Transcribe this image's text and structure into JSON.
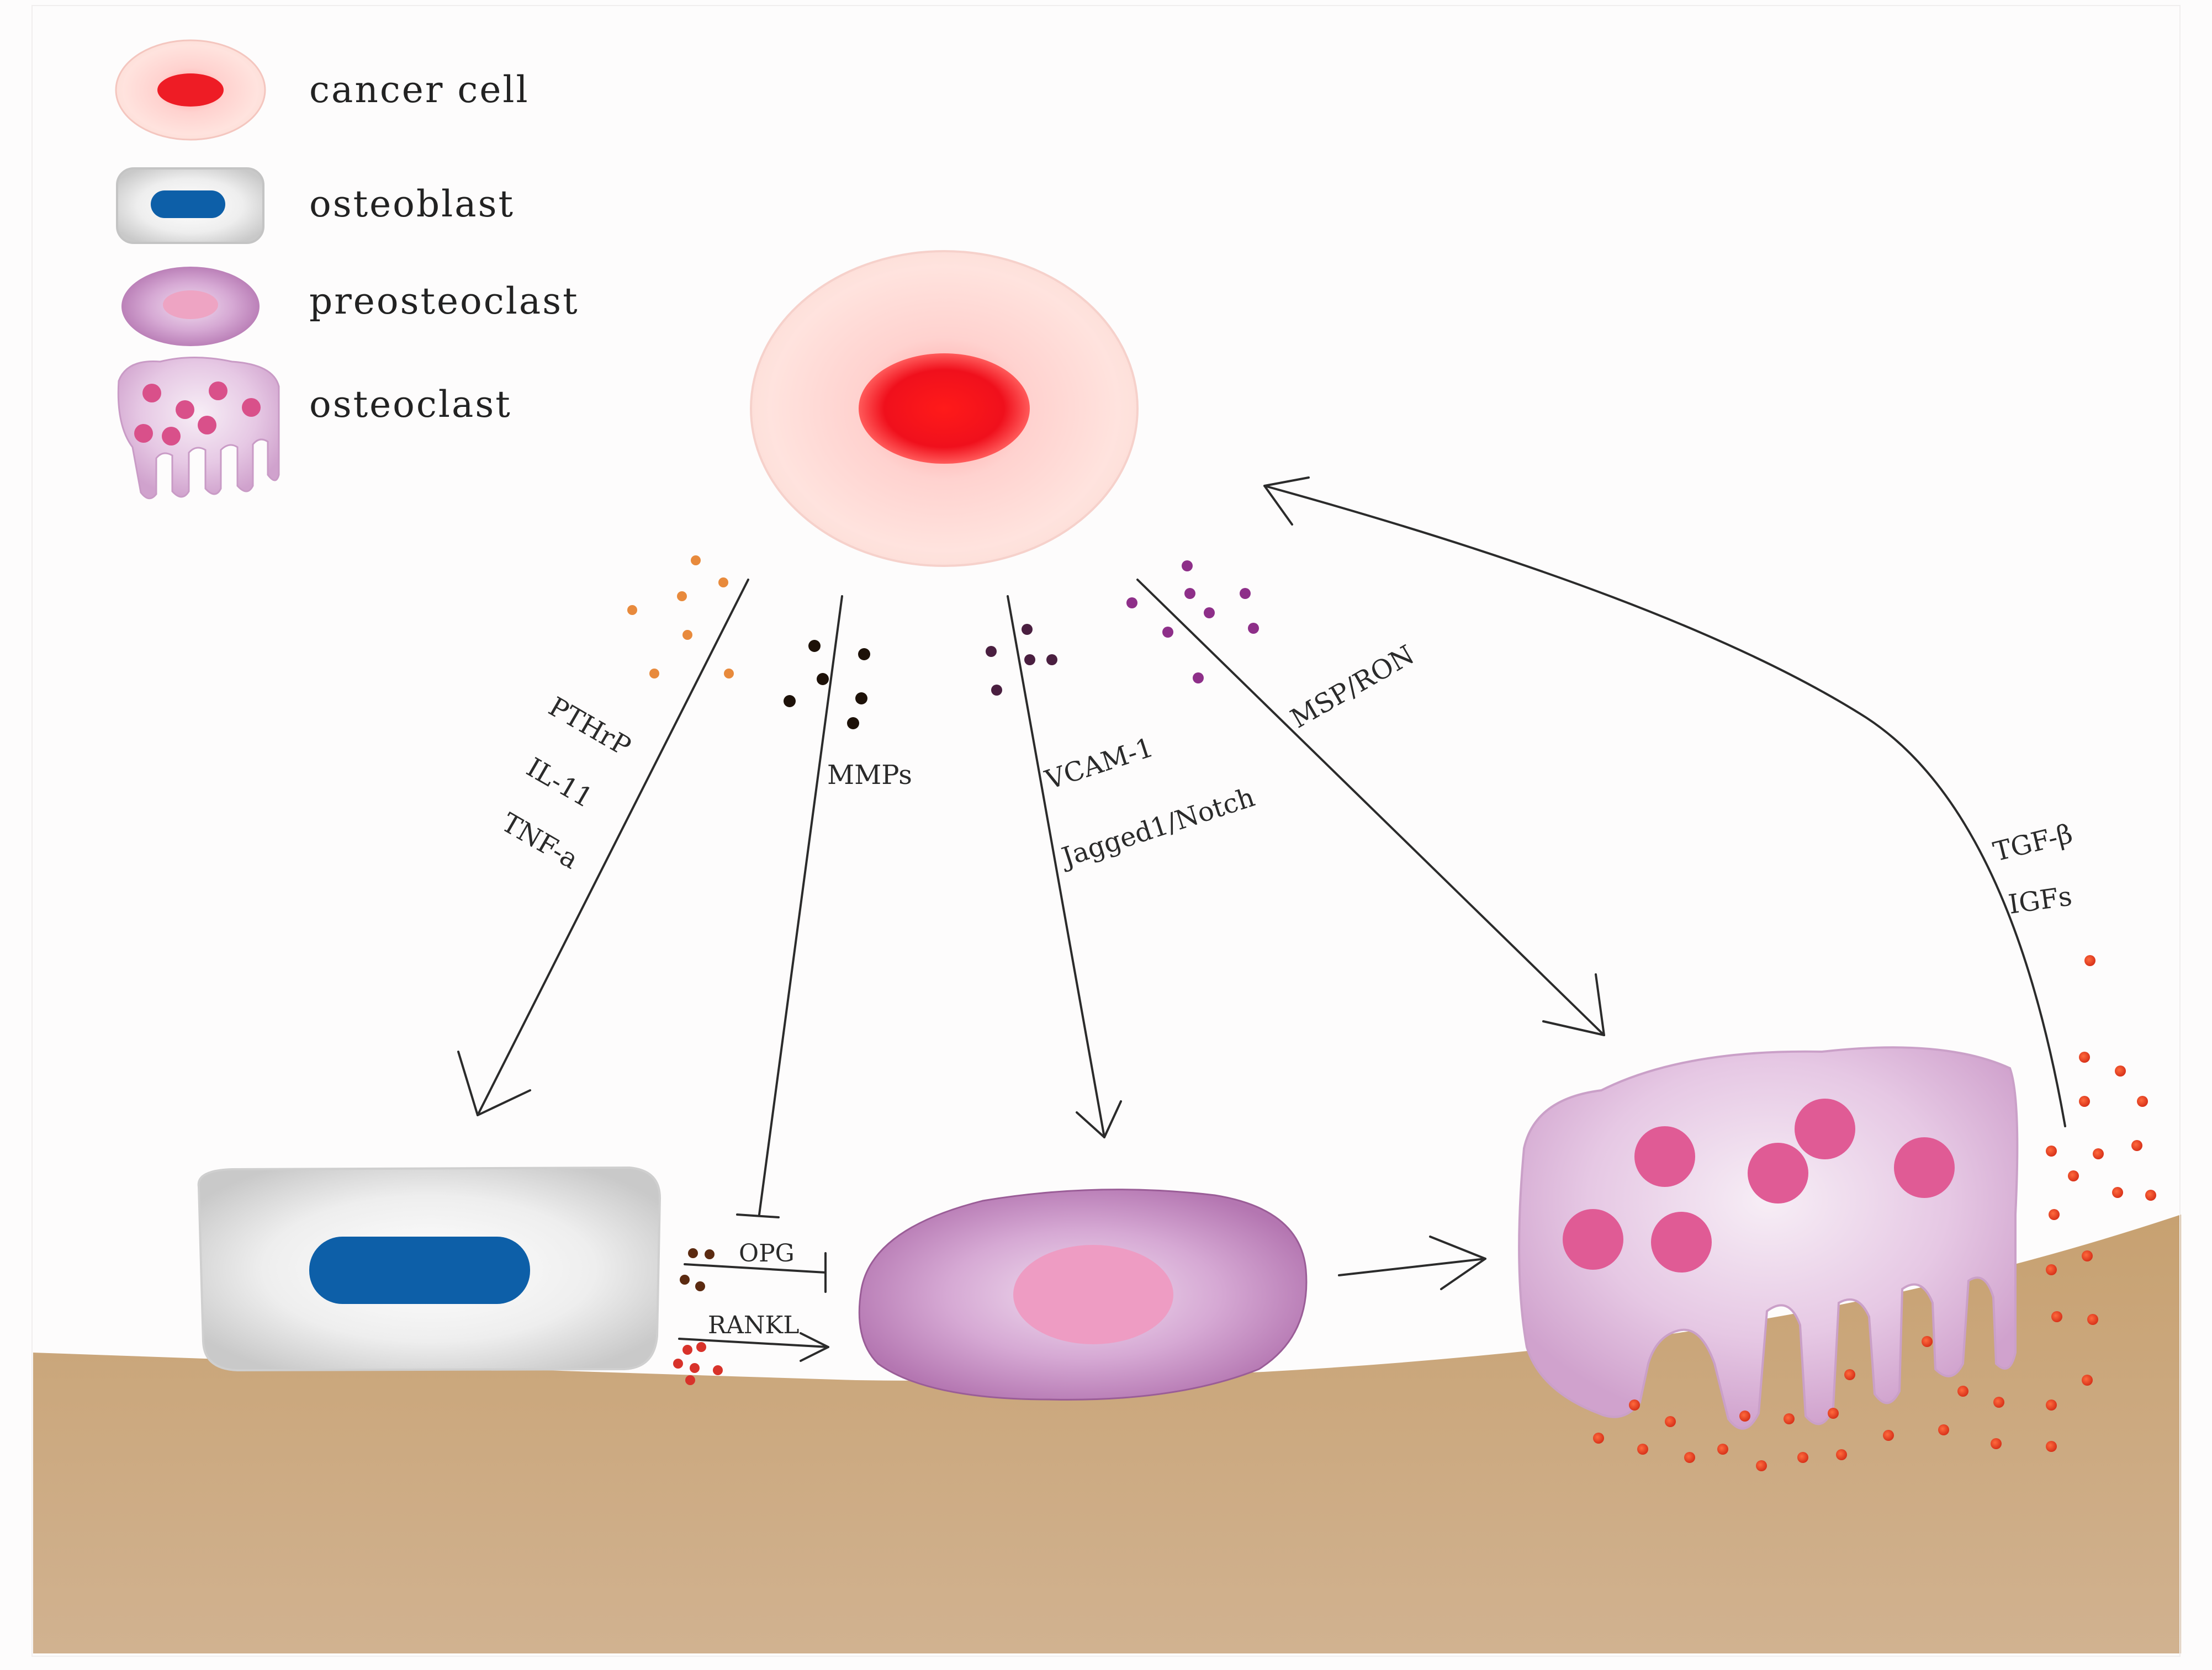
{
  "legend": {
    "cancer_cell": "cancer cell",
    "osteoblast": "osteoblast",
    "preosteoclast": "preosteoclast",
    "osteoclast": "osteoclast"
  },
  "signals": {
    "pthrp": "PTHrP",
    "il11": "IL-11",
    "tnfa": "TNF-a",
    "mmps": "MMPs",
    "vcam1": "VCAM-1",
    "jagged": "Jagged1/Notch",
    "msp_ron": "MSP/RON",
    "tgfb": "TGF-β",
    "igfs": "IGFs",
    "opg": "OPG",
    "rankl": "RANKL"
  },
  "colors": {
    "cancer_nucleus": "#ee1c25",
    "osteoblast_nucleus": "#0d5fa8",
    "preosteoclast_body": "#c07fba",
    "osteoclast_spots": "#d9508a",
    "bone": "#c9a77c"
  }
}
